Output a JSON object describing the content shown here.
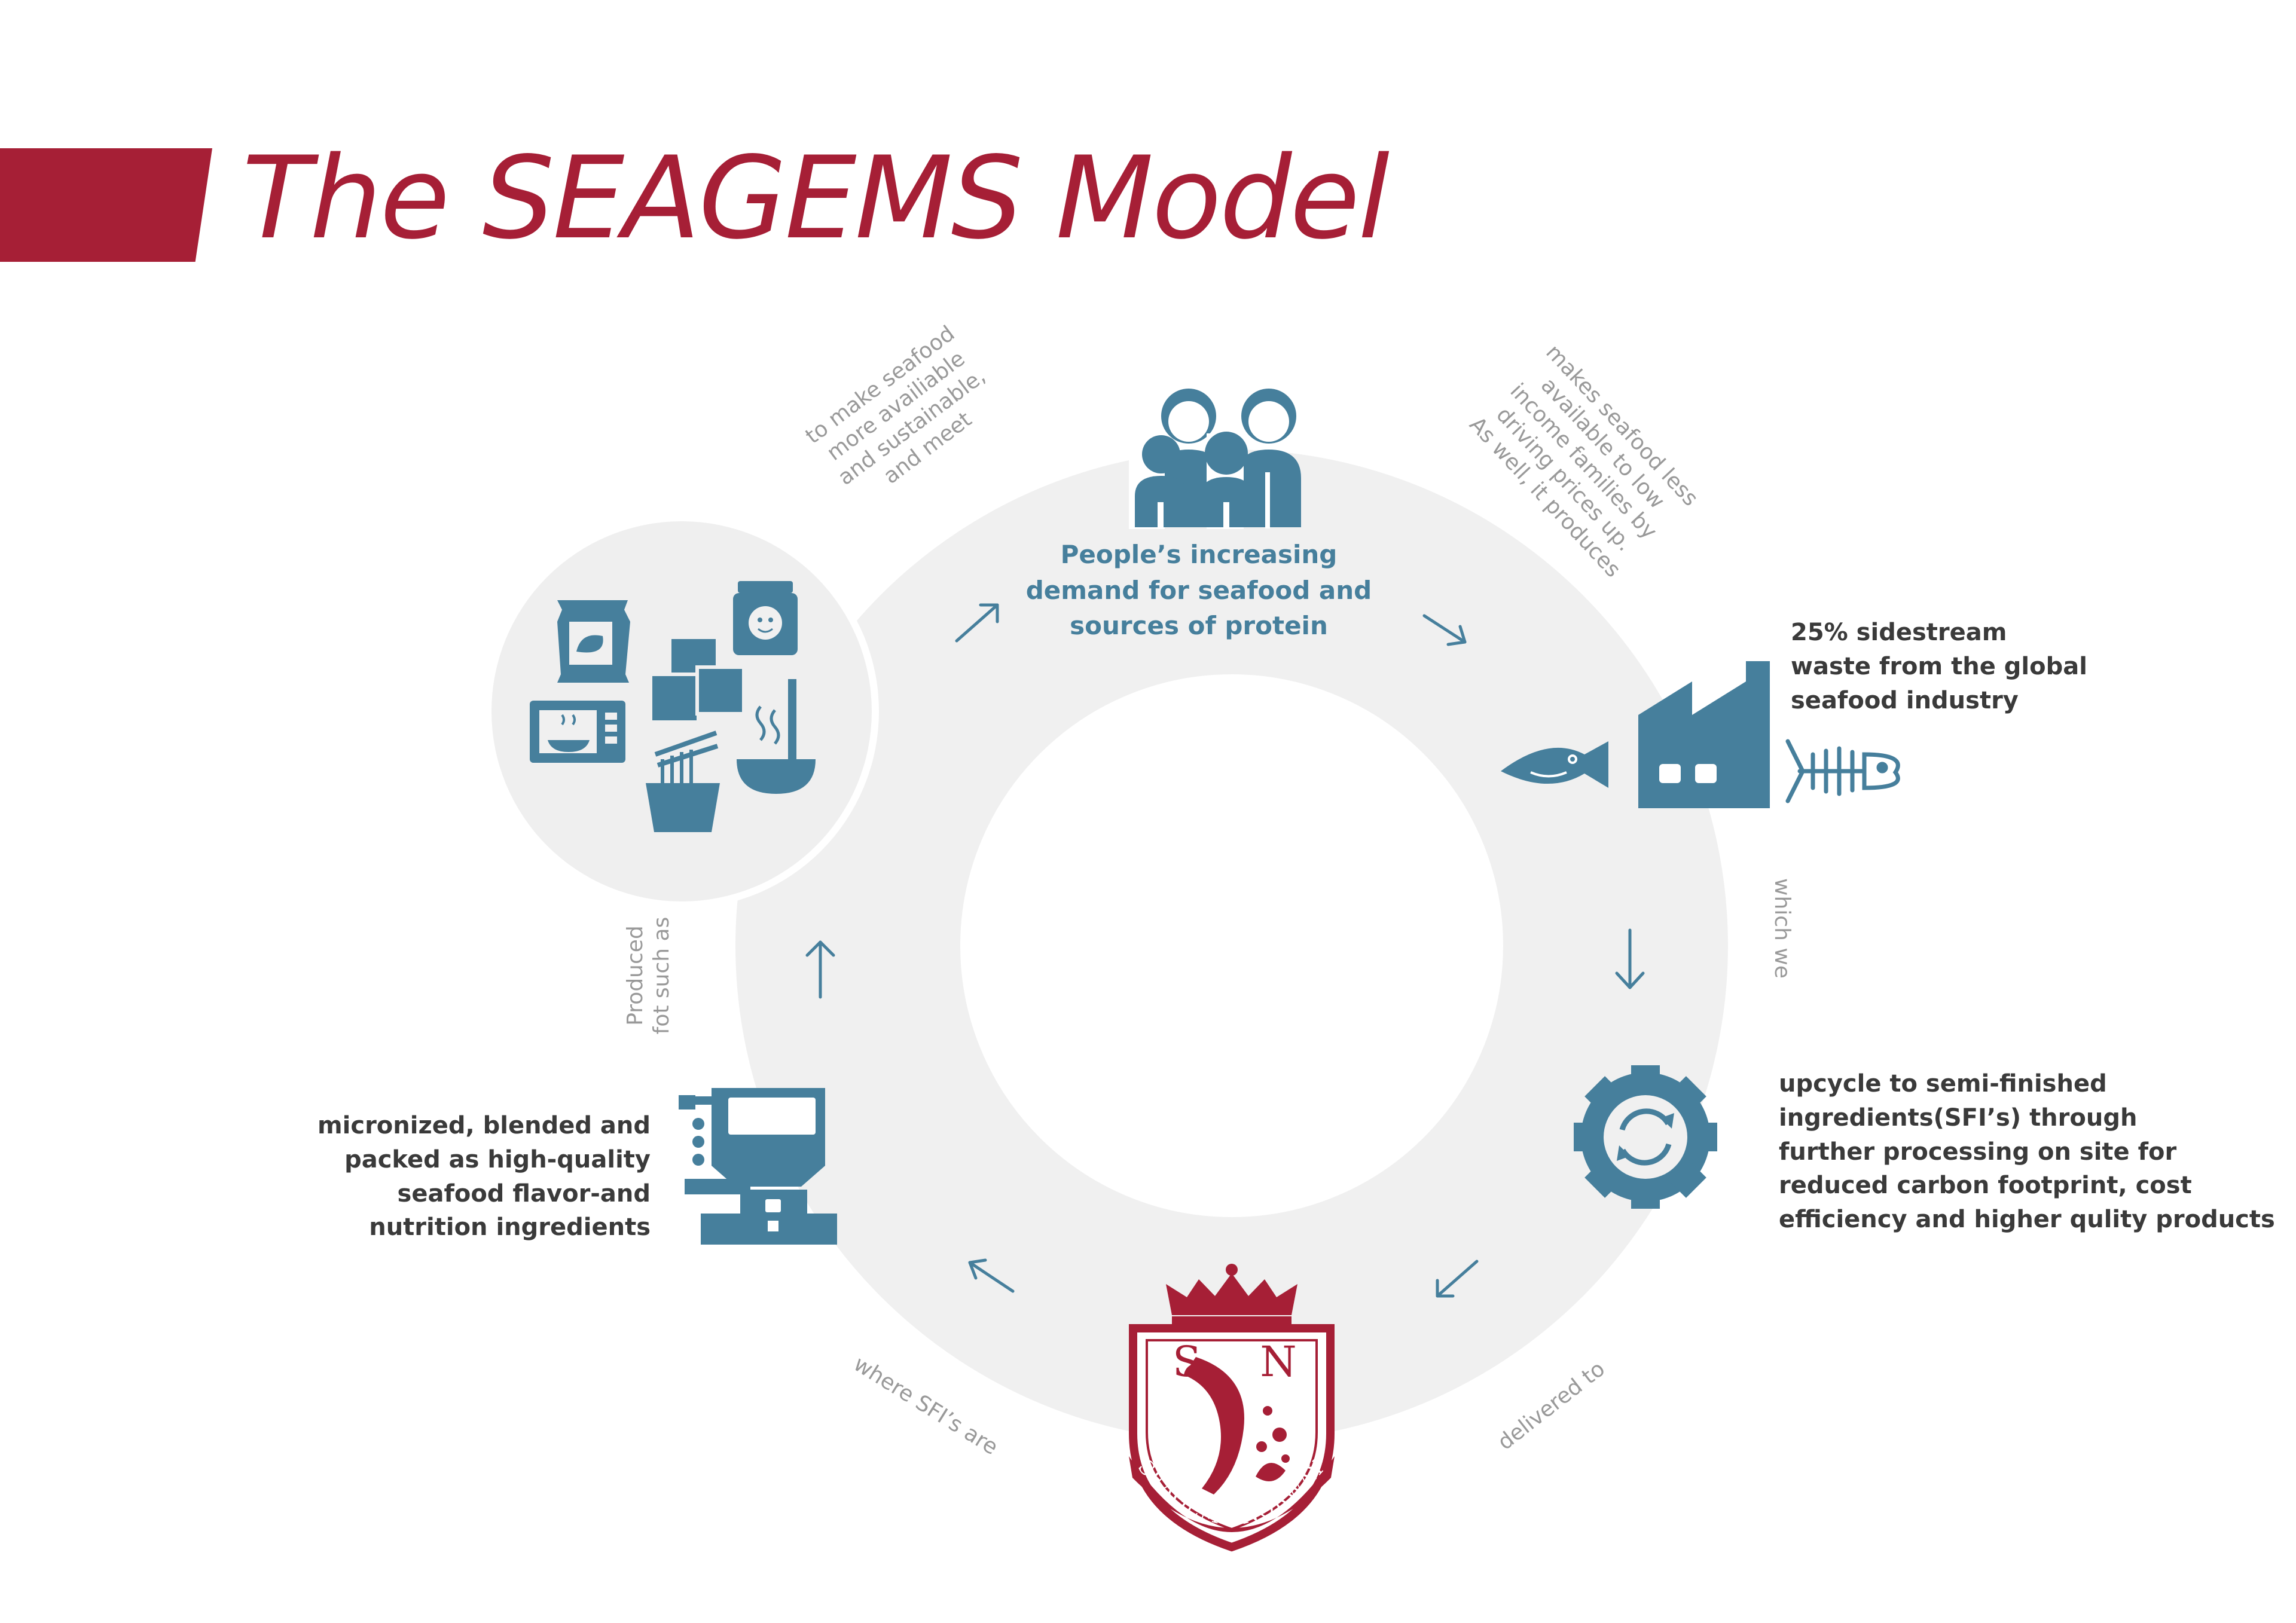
{
  "title": "The SEAGEMS Model",
  "colors": {
    "brand_red": "#a61f36",
    "icon_blue": "#467f9c",
    "ring_gray": "#f0f0f0",
    "connector_gray": "#999999",
    "caption_dark": "#3a3a3a"
  },
  "nodes": {
    "demand": {
      "icon": "family-icon",
      "lines": [
        "People’s increasing",
        "demand for seafood and",
        "sources of protein"
      ]
    },
    "waste": {
      "icons": [
        "fish-icon",
        "factory-icon",
        "fish-skeleton-icon"
      ],
      "lines": [
        "25% sidestream",
        "waste from the global",
        "seafood industry"
      ]
    },
    "upcycle": {
      "icon": "gear-recycle-icon",
      "lines": [
        "upcycle to semi-finished",
        "ingredients(SFI’s) through",
        "further processing on site for",
        "reduced carbon footprint, cost",
        "efficiency and higher qulity products"
      ]
    },
    "seagems": {
      "icon": "seagems-norway-crest-logo",
      "logo_text": [
        "S",
        "N",
        "SEAGEMS NORWAY"
      ]
    },
    "micronize": {
      "icon": "processing-machine-icon",
      "lines": [
        "micronized, blended and",
        "packed as high-quality",
        "seafood flavor-and",
        "nutrition ingredients"
      ]
    },
    "foods": {
      "icons": [
        "snack-bag-icon",
        "baby-food-jar-icon",
        "bouillon-cubes-icon",
        "microwave-meal-icon",
        "noodle-box-icon",
        "soup-ladle-icon"
      ]
    }
  },
  "connectors": {
    "foods_to_demand": [
      "to make seafood",
      "more availiable",
      "and sustainable,",
      "and meet"
    ],
    "demand_to_waste": [
      "makes seafood less",
      "available to low",
      "income families by",
      "driving prices up.",
      "As well, it produces"
    ],
    "waste_to_upcycle": [
      "which we"
    ],
    "upcycle_to_seagems": [
      "delivered to"
    ],
    "seagems_to_micronize": [
      "where SFI’s are"
    ],
    "micronize_to_foods": [
      "Produced",
      "fot such as"
    ]
  }
}
